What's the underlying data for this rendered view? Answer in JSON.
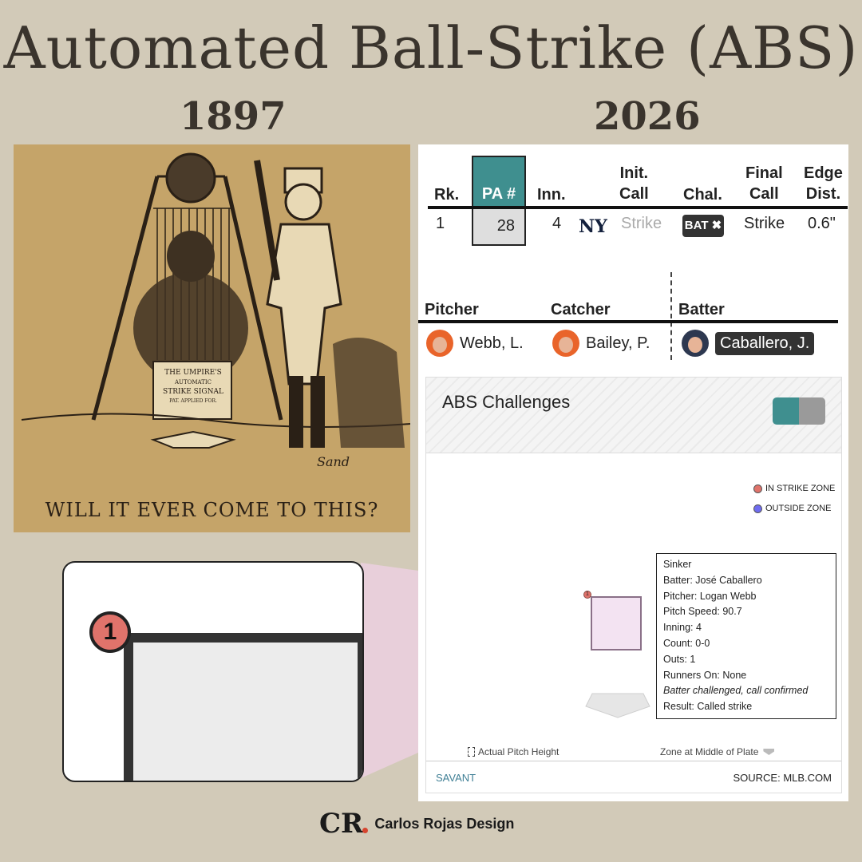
{
  "title": "Automated Ball-Strike (ABS)",
  "year_left": "1897",
  "year_right": "2026",
  "illustration": {
    "caption": "WILL IT EVER COME TO THIS?",
    "sign_lines": [
      "THE UMPIRE'S",
      "AUTOMATIC",
      "STRIKE SIGNAL",
      "PAT. APPLIED FOR."
    ],
    "signature": "Sand"
  },
  "zoom": {
    "marker": "1"
  },
  "table": {
    "headers": {
      "rk": "Rk.",
      "pa": "PA #",
      "inn": "Inn.",
      "init_call_1": "Init.",
      "init_call_2": "Call",
      "chal": "Chal.",
      "final_call_1": "Final",
      "final_call_2": "Call",
      "edge_1": "Edge",
      "edge_2": "Dist."
    },
    "row": {
      "rk": "1",
      "pa": "28",
      "inn": "4",
      "team_logo": "NY",
      "init_call": "Strike",
      "chal": "BAT ✖",
      "final_call": "Strike",
      "edge": "0.6\""
    }
  },
  "players": {
    "pitcher_label": "Pitcher",
    "catcher_label": "Catcher",
    "batter_label": "Batter",
    "pitcher": "Webb, L.",
    "catcher": "Bailey, P.",
    "batter": "Caballero, J."
  },
  "abs": {
    "title": "ABS Challenges",
    "legend_in": "IN STRIKE ZONE",
    "legend_out": "OUTSIDE ZONE",
    "pitch_number": "1",
    "tooltip": [
      "Sinker",
      "Batter: José Caballero",
      "Pitcher: Logan Webb",
      "Pitch Speed: 90.7",
      "Inning: 4",
      "Count: 0-0",
      "Outs: 1",
      "Runners On: None",
      "Batter challenged, call confirmed",
      "Result: Called strike"
    ],
    "footer_left": "Actual Pitch Height",
    "footer_right": "Zone at Middle of Plate",
    "savant": "SAVANT",
    "source": "SOURCE: MLB.COM"
  },
  "colors": {
    "in_zone": "#e0736b",
    "outside_zone": "#6f6cf0",
    "teal": "#3f8f8f"
  },
  "credit": {
    "logo": "CR",
    "name": "Carlos Rojas Design"
  }
}
